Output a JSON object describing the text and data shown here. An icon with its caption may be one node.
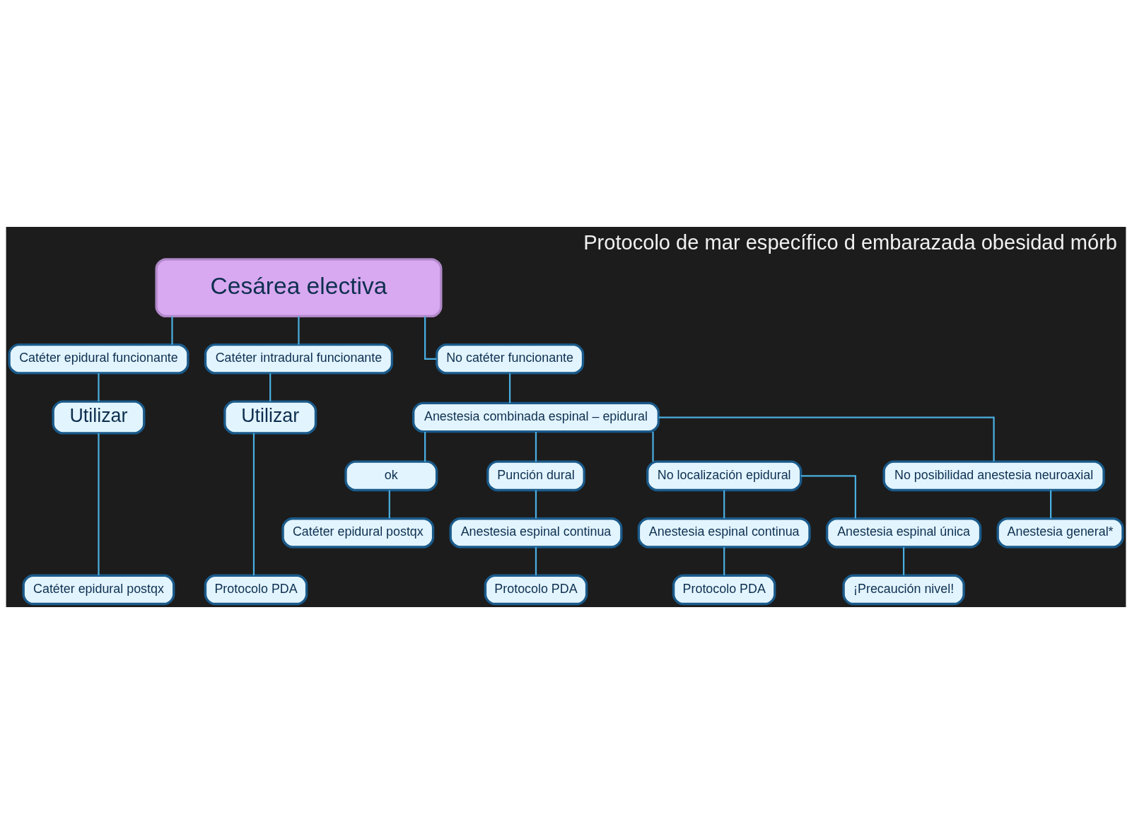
{
  "diagram": {
    "title": "Protocolo de mar específico d embarazada obesidad mórb",
    "nodes": [
      {
        "text": [
          "Cesárea electiva"
        ]
      },
      {
        "text": [
          "Catéter epidural funcionante"
        ]
      },
      {
        "text": [
          "Catéter intradural funcionante"
        ]
      },
      {
        "text": [
          "No catéter funcionante"
        ]
      },
      {
        "text": [
          "Utilizar"
        ]
      },
      {
        "text": [
          "Utilizar"
        ]
      },
      {
        "text": [
          "Anestesia combinada espinal – epidural"
        ]
      },
      {
        "text": [
          "ok"
        ]
      },
      {
        "text": [
          "Punción dural"
        ]
      },
      {
        "text": [
          "No localización epidural"
        ]
      },
      {
        "text": [
          "No posibilidad anestesia neuroaxial"
        ]
      },
      {
        "text": [
          "Anestesia espinal continua"
        ]
      },
      {
        "text": [
          "Anestesia espinal continua"
        ]
      },
      {
        "text": [
          "Anestesia espinal única"
        ]
      },
      {
        "text": [
          "Anestesia general*"
        ]
      },
      {
        "text": [
          "Catéter epidural postqx"
        ]
      },
      {
        "text": [
          "Protocolo PDA"
        ]
      },
      {
        "text": [
          "Catéter epidural postqx"
        ]
      },
      {
        "text": [
          "Protocolo PDA"
        ]
      },
      {
        "text": [
          "Protocolo PDA"
        ]
      },
      {
        "text": [
          "¡Precaución nivel!"
        ]
      }
    ],
    "edges": [
      {
        "from": 0,
        "to": 1,
        "arrow": "none"
      },
      {
        "from": 0,
        "to": 2,
        "arrow": "none"
      },
      {
        "from": 0,
        "to": 3,
        "arrow": "none"
      },
      {
        "from": 1,
        "to": 4,
        "arrow": "none"
      },
      {
        "from": 2,
        "to": 5,
        "arrow": "none"
      },
      {
        "from": 3,
        "to": 6,
        "arrow": "none"
      },
      {
        "from": 6,
        "to": 7,
        "arrow": "none"
      },
      {
        "from": 6,
        "to": 8,
        "arrow": "none"
      },
      {
        "from": 6,
        "to": 9,
        "arrow": "none"
      },
      {
        "from": 6,
        "to": 10,
        "arrow": "none"
      },
      {
        "from": 8,
        "to": 11,
        "arrow": "none"
      },
      {
        "from": 9,
        "to": 12,
        "arrow": "none"
      },
      {
        "from": 9,
        "to": 13,
        "arrow": "none"
      },
      {
        "from": 10,
        "to": 14,
        "arrow": "none"
      },
      {
        "from": 4,
        "to": 15,
        "arrow": "none"
      },
      {
        "from": 5,
        "to": 16,
        "arrow": "none"
      },
      {
        "from": 7,
        "to": 17,
        "arrow": "none"
      },
      {
        "from": 11,
        "to": 18,
        "arrow": "none"
      },
      {
        "from": 12,
        "to": 19,
        "arrow": "none"
      },
      {
        "from": 13,
        "to": 20,
        "arrow": "none"
      }
    ]
  }
}
